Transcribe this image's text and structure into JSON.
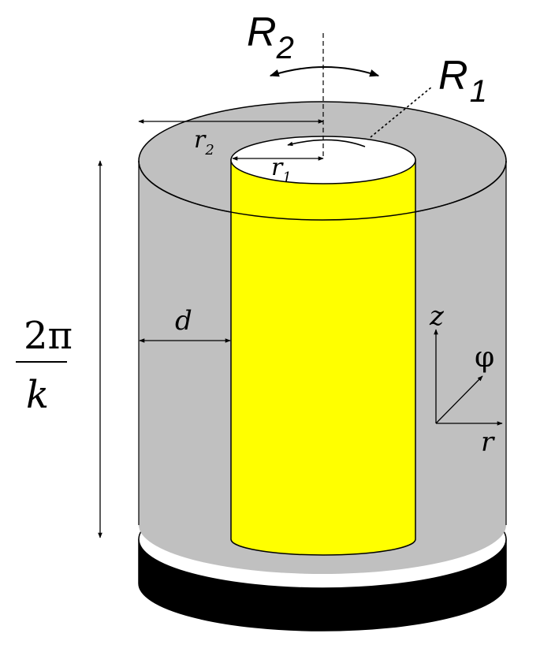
{
  "labels": {
    "R2_main": "R",
    "R2_sub": "2",
    "R1_main": "R",
    "R1_sub": "1",
    "r2_main": "r",
    "r2_sub": "2",
    "r1_main": "r",
    "r1_sub": "1",
    "d": "d",
    "height_num": "2π",
    "height_den": "k",
    "axis_z": "z",
    "axis_phi": "φ",
    "axis_r": "r"
  },
  "colors": {
    "outer_cylinder": "#c0c0c0",
    "inner_cylinder": "#ffff00",
    "top_caps": "#ffffff",
    "base_side": "#000000",
    "lines": "#000000"
  }
}
